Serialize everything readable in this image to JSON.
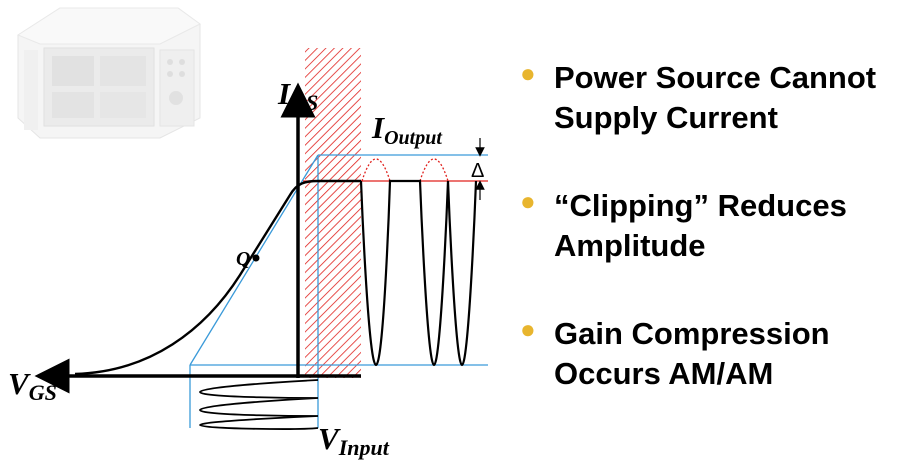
{
  "colors": {
    "curve": "#000000",
    "hatch": "#e0201c",
    "guide": "#3a9ad9",
    "bullet_dot": "#e8b52e"
  },
  "icon": "network-analyzer-instrument",
  "labels": {
    "ids_main": "I",
    "ids_sub": "DS",
    "ioutput_main": "I",
    "ioutput_sub": "Output",
    "delta": "Δ",
    "q": "Q",
    "vgs_main": "V",
    "vgs_sub": "GS",
    "vinput_main": "V",
    "vinput_sub": "Input"
  },
  "bullets": [
    {
      "line1": "Power Source Cannot",
      "line2": "Supply Current"
    },
    {
      "line1": "“Clipping” Reduces",
      "line2": "Amplitude"
    },
    {
      "line1": "Gain Compression",
      "line2": "Occurs AM/AM"
    }
  ]
}
